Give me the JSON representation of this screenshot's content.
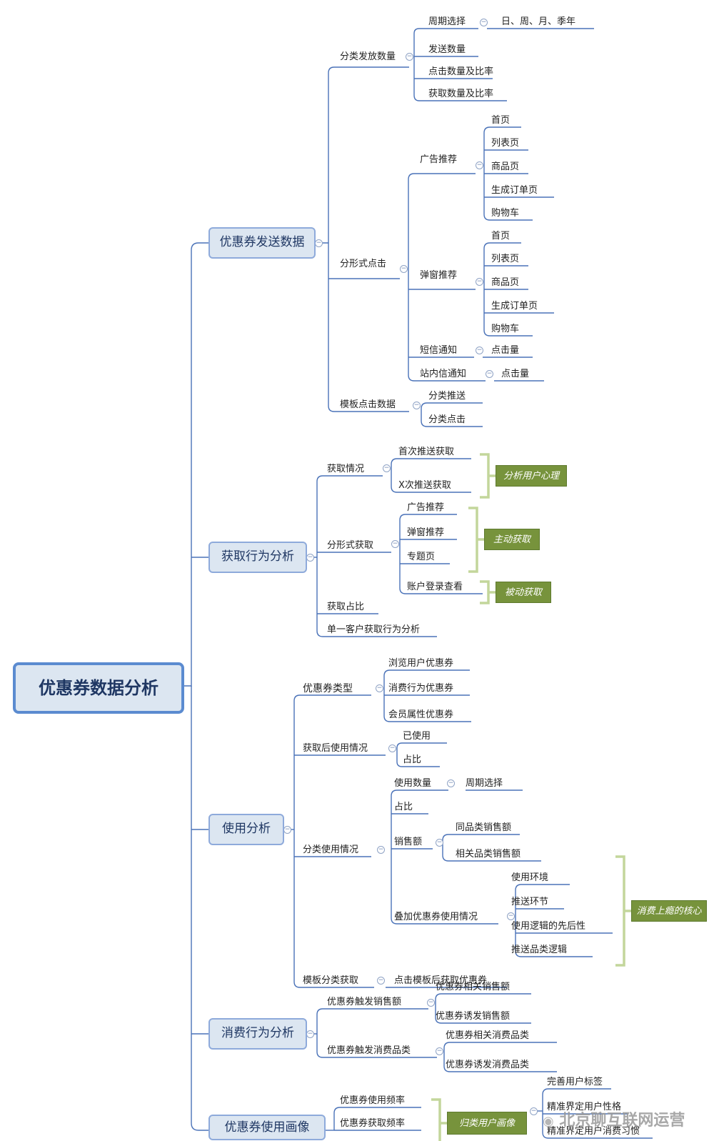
{
  "root": "优惠券数据分析",
  "branches": {
    "send": {
      "title": "优惠券发送数据",
      "count": {
        "label": "分类发放数量",
        "period": "周期选择",
        "period_values": "日、周、月、季年",
        "send_count": "发送数量",
        "click_rate": "点击数量及比率",
        "get_rate": "获取数量及比率"
      },
      "click": {
        "label": "分形式点击",
        "ad": {
          "label": "广告推荐",
          "items": [
            "首页",
            "列表页",
            "商品页",
            "生成订单页",
            "购物车"
          ]
        },
        "popup": {
          "label": "弹窗推荐",
          "items": [
            "首页",
            "列表页",
            "商品页",
            "生成订单页",
            "购物车"
          ]
        },
        "sms": {
          "label": "短信通知",
          "item": "点击量"
        },
        "inbox": {
          "label": "站内信通知",
          "item": "点击量"
        }
      },
      "template": {
        "label": "模板点击数据",
        "items": [
          "分类推送",
          "分类点击"
        ]
      }
    },
    "acquire": {
      "title": "获取行为分析",
      "status": {
        "label": "获取情况",
        "items": [
          "首次推送获取",
          "X次推送获取"
        ]
      },
      "form": {
        "label": "分形式获取",
        "items": [
          "广告推荐",
          "弹窗推荐",
          "专题页",
          "账户登录查看"
        ]
      },
      "ratio": "获取占比",
      "single": "单一客户获取行为分析",
      "notes": {
        "psychology": "分析用户心理",
        "active": "主动获取",
        "passive": "被动获取"
      }
    },
    "usage": {
      "title": "使用分析",
      "types": {
        "label": "优惠券类型",
        "items": [
          "浏览用户优惠券",
          "消费行为优惠券",
          "会员属性优惠券"
        ]
      },
      "after": {
        "label": "获取后使用情况",
        "items": [
          "已使用",
          "占比"
        ]
      },
      "category": {
        "label": "分类使用情况",
        "use_count": "使用数量",
        "period": "周期选择",
        "ratio": "占比",
        "sales": "销售额",
        "sales_items": [
          "同品类销售额",
          "相关品类销售额"
        ],
        "stack": "叠加优惠券使用情况",
        "stack_items": [
          "使用环境",
          "推送环节",
          "使用逻辑的先后性",
          "推送品类逻辑"
        ],
        "stack_note": "消费上瘾的核心"
      },
      "template": {
        "label": "模板分类获取",
        "item": "点击模板后获取优惠券"
      }
    },
    "consume": {
      "title": "消费行为分析",
      "sales": {
        "label": "优惠券触发销售额",
        "items": [
          "优惠券相关销售额",
          "优惠券诱发销售额"
        ]
      },
      "category": {
        "label": "优惠券触发消费品类",
        "items": [
          "优惠券相关消费品类",
          "优惠券诱发消费品类"
        ]
      }
    },
    "portrait": {
      "title": "优惠券使用画像",
      "items": [
        "优惠券使用频率",
        "优惠券获取频率"
      ],
      "note": "归类用户画像",
      "sub_items": [
        "完善用户标签",
        "精准界定用户性格",
        "精准界定用户消费习惯"
      ]
    }
  },
  "watermark": "北京聊互联网运营",
  "colors": {
    "line": "#4a72b8",
    "node_fill": "#dce6f1",
    "node_border": "#8eaadb",
    "note_fill": "#77933c",
    "bracket": "#c3d69b"
  }
}
